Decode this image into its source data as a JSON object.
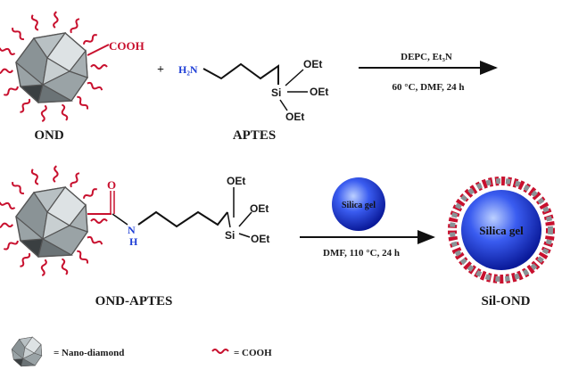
{
  "reactants": {
    "ond": {
      "label": "OND",
      "group": "COOH"
    },
    "plus": "+",
    "aptes": {
      "label": "APTES",
      "amine": "H₂N",
      "si": "Si",
      "oet": [
        "OEt",
        "OEt",
        "OEt"
      ]
    }
  },
  "step1": {
    "reagents": "DEPC, Et₃N",
    "conditions": "60 °C, DMF, 24 h"
  },
  "intermediate": {
    "label": "OND-APTES",
    "o": "O",
    "n": "N",
    "h": "H",
    "si": "Si",
    "oet": [
      "OEt",
      "OEt",
      "OEt"
    ]
  },
  "step2": {
    "reagent": "Silica gel",
    "conditions": "DMF, 110 °C, 24 h"
  },
  "product": {
    "label": "Sil-OND",
    "core": "Silica gel"
  },
  "legend": {
    "nanodiamond": "= Nano-diamond",
    "cooh": "= COOH"
  },
  "colors": {
    "red": "#c8102e",
    "blue": "#1f3fd6",
    "gray": "#8a9396"
  }
}
